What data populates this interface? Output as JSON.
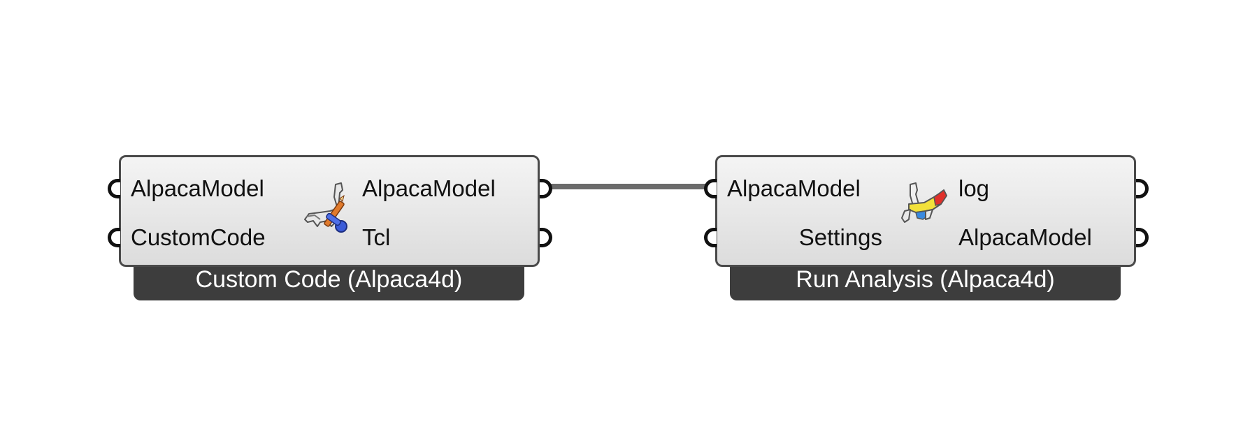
{
  "components": [
    {
      "footer": "Custom Code (Alpaca4d)",
      "inputs": [
        "AlpacaModel",
        "CustomCode"
      ],
      "outputs": [
        "AlpacaModel",
        "Tcl"
      ],
      "icon": "alpaca-pencil-icon"
    },
    {
      "footer": "Run Analysis (Alpaca4d)",
      "inputs": [
        "AlpacaModel",
        "Settings"
      ],
      "outputs": [
        "log",
        "AlpacaModel"
      ],
      "icon": "alpaca-colored-icon"
    }
  ],
  "wire": {
    "from": "Custom Code (Alpaca4d).AlpacaModel",
    "to": "Run Analysis (Alpaca4d).AlpacaModel",
    "color": "#6b6b6b"
  }
}
